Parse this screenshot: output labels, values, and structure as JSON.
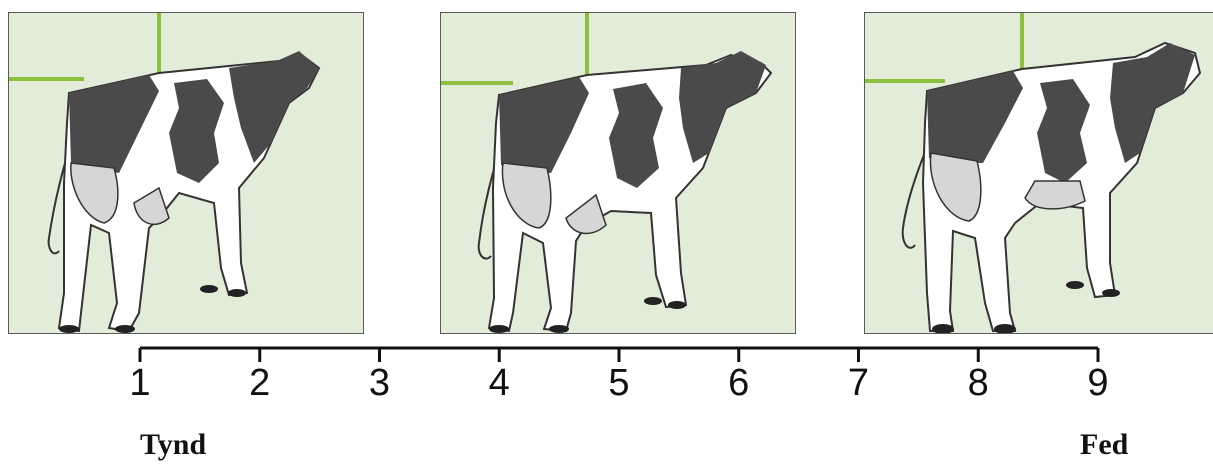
{
  "scale": {
    "ticks": [
      "1",
      "2",
      "3",
      "4",
      "5",
      "6",
      "7",
      "8",
      "9"
    ],
    "left_label": "Tynd",
    "right_label": "Fed"
  },
  "colors": {
    "panel_background": "#e1ecd9",
    "marker_line": "#8dc040",
    "cow_black": "#4a4a4a",
    "udder": "#d6d6d6"
  }
}
